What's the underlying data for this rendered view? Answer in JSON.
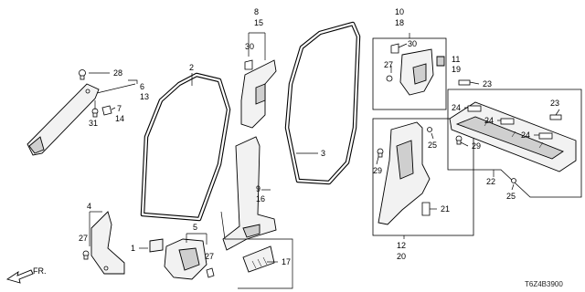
{
  "diagram": {
    "reference_code": "T6Z4B3900",
    "direction_label": "FR.",
    "callouts": [
      {
        "id": "c1",
        "text": "1"
      },
      {
        "id": "c2",
        "text": "2"
      },
      {
        "id": "c3",
        "text": "3"
      },
      {
        "id": "c4",
        "text": "4"
      },
      {
        "id": "c5",
        "text": "5"
      },
      {
        "id": "c6",
        "text": "6"
      },
      {
        "id": "c7",
        "text": "7"
      },
      {
        "id": "c8",
        "text": "8"
      },
      {
        "id": "c9",
        "text": "9"
      },
      {
        "id": "c10",
        "text": "10"
      },
      {
        "id": "c11",
        "text": "11"
      },
      {
        "id": "c12",
        "text": "12"
      },
      {
        "id": "c13",
        "text": "13"
      },
      {
        "id": "c14",
        "text": "14"
      },
      {
        "id": "c15",
        "text": "15"
      },
      {
        "id": "c16",
        "text": "16"
      },
      {
        "id": "c17",
        "text": "17"
      },
      {
        "id": "c18",
        "text": "18"
      },
      {
        "id": "c19",
        "text": "19"
      },
      {
        "id": "c20",
        "text": "20"
      },
      {
        "id": "c21",
        "text": "21"
      },
      {
        "id": "c22",
        "text": "22"
      },
      {
        "id": "c23a",
        "text": "23"
      },
      {
        "id": "c23b",
        "text": "23"
      },
      {
        "id": "c24a",
        "text": "24"
      },
      {
        "id": "c24b",
        "text": "24"
      },
      {
        "id": "c24c",
        "text": "24"
      },
      {
        "id": "c25a",
        "text": "25"
      },
      {
        "id": "c25b",
        "text": "25"
      },
      {
        "id": "c27a",
        "text": "27"
      },
      {
        "id": "c27b",
        "text": "27"
      },
      {
        "id": "c27c",
        "text": "27"
      },
      {
        "id": "c28",
        "text": "28"
      },
      {
        "id": "c29a",
        "text": "29"
      },
      {
        "id": "c29b",
        "text": "29"
      },
      {
        "id": "c30a",
        "text": "30"
      },
      {
        "id": "c30b",
        "text": "30"
      },
      {
        "id": "c31",
        "text": "31"
      }
    ]
  }
}
